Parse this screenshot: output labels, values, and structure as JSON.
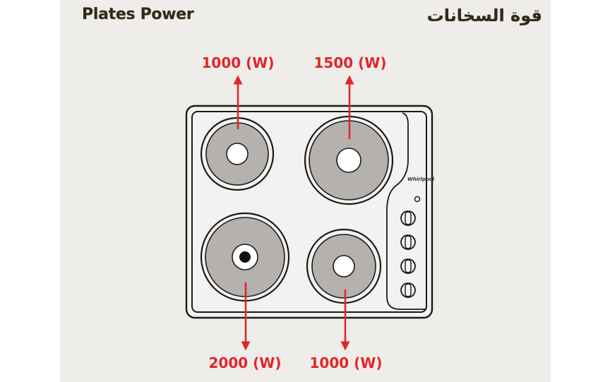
{
  "header": {
    "title_en": "Plates Power",
    "title_ar": "قوة السخانات"
  },
  "hob": {
    "brand": "Whirlpool",
    "plates": [
      {
        "name": "top-left",
        "power_label": "1000 (W)"
      },
      {
        "name": "top-right",
        "power_label": "1500 (W)"
      },
      {
        "name": "bottom-left",
        "power_label": "2000 (W)"
      },
      {
        "name": "bottom-right",
        "power_label": "1000 (W)"
      }
    ],
    "knobs_count": 4
  },
  "colors": {
    "label_red": "#e0262a",
    "plate_grey": "#b4b1ae",
    "outline": "#1a1a1a",
    "panel_bg": "#efedea",
    "title_gold": "#b49a52"
  }
}
